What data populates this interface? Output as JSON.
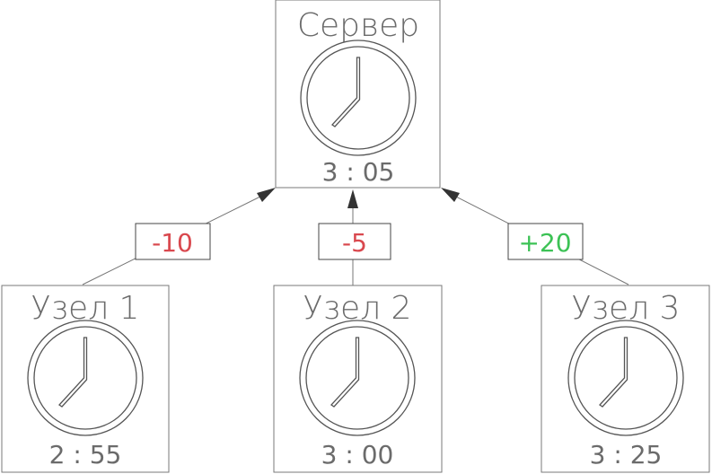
{
  "colors": {
    "negative_offset": "#d9484e",
    "positive_offset": "#3cc255",
    "text_gray": "#6b6b6b",
    "border_gray": "#7a7a7a"
  },
  "server": {
    "title": "Сервер",
    "time": "3 : 05",
    "icon": "clock-icon"
  },
  "nodes": [
    {
      "title": "Узел 1",
      "time": "2 : 55",
      "offset": "-10",
      "icon": "clock-icon"
    },
    {
      "title": "Узел 2",
      "time": "3 : 00",
      "offset": "-5",
      "icon": "clock-icon"
    },
    {
      "title": "Узел 3",
      "time": "3 : 25",
      "offset": "+20",
      "icon": "clock-icon"
    }
  ]
}
